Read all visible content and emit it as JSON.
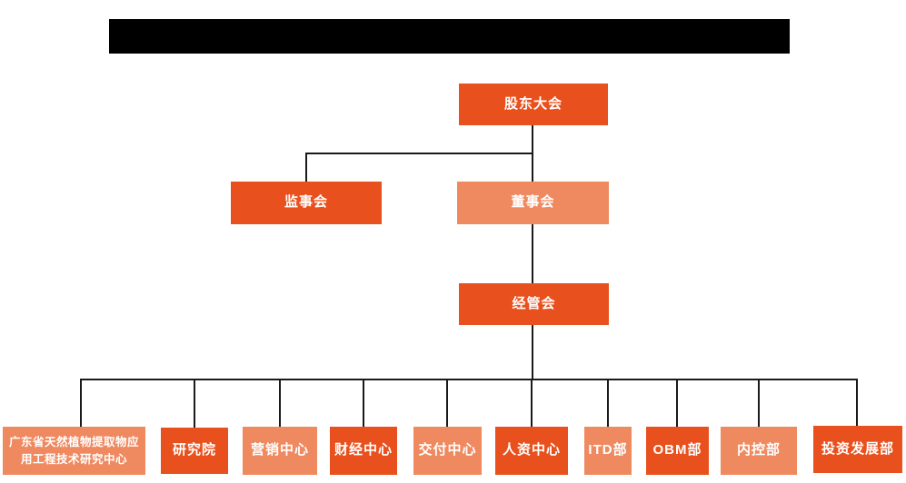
{
  "org": {
    "nodes": {
      "shareholders": {
        "label": "股东大会"
      },
      "supervisory": {
        "label": "监事会"
      },
      "board": {
        "label": "董事会"
      },
      "management": {
        "label": "经管会"
      }
    },
    "departments": [
      {
        "label": "广东省天然植物提取物应\n用工程技术研究中心"
      },
      {
        "label": "研究院"
      },
      {
        "label": "营销中心"
      },
      {
        "label": "财经中心"
      },
      {
        "label": "交付中心"
      },
      {
        "label": "人资中心"
      },
      {
        "label": "ITD部"
      },
      {
        "label": "OBM部"
      },
      {
        "label": "内控部"
      },
      {
        "label": "投资发展部"
      }
    ]
  },
  "colors": {
    "node-dark": "#E8511D",
    "node-light": "#EF8A60",
    "line": "#1A1A1A",
    "redaction": "#000000",
    "text": "#FFFFFF",
    "background": "#FFFFFF"
  }
}
